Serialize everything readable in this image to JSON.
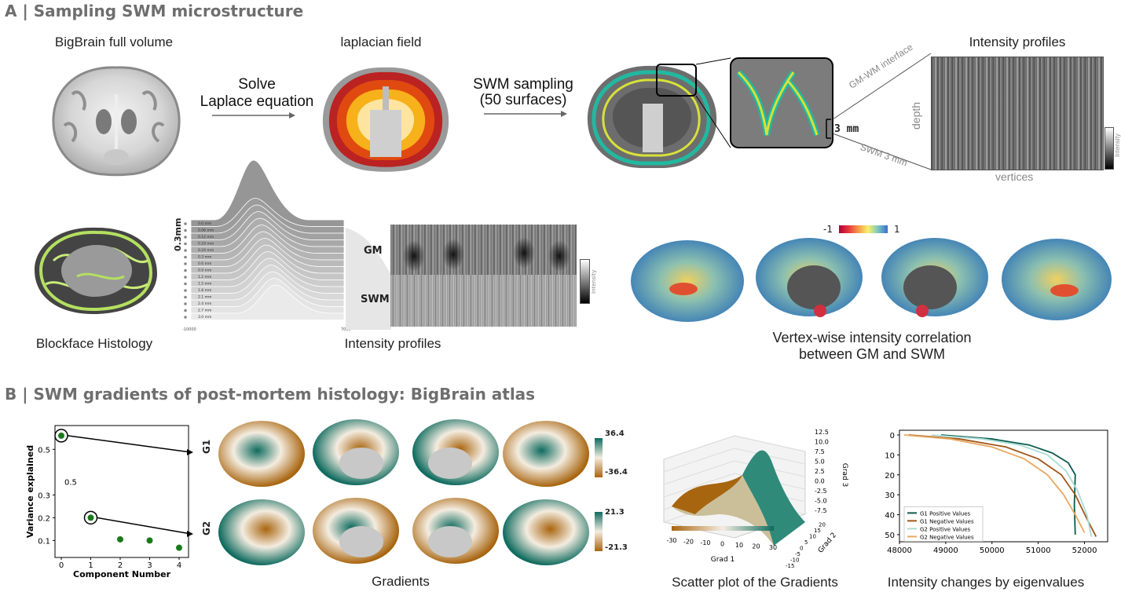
{
  "section_a": {
    "title": "A | Sampling SWM microstructure",
    "labels": {
      "bigbrain": "BigBrain full volume",
      "solve_line1": "Solve",
      "solve_line2": "Laplace equation",
      "laplacian": "laplacian field",
      "swm_line1": "SWM sampling",
      "swm_line2": "(50 surfaces)",
      "intensity_profiles_top": "Intensity profiles",
      "depth": "depth",
      "vertices": "vertices",
      "gm_wm": "GM-WM interface",
      "swm_3mm": "SWM 3 mm",
      "three_mm": "3 mm",
      "intensity": "Intensity",
      "blockface": "Blockface Histology",
      "intensity_profiles_mid": "Intensity profiles",
      "gm": "GM",
      "swm": "SWM",
      "depth_marker": "0.3mm",
      "ridge_x_min": "-10000",
      "ridge_x_max": "7000",
      "corr_line1": "Vertex-wise intensity correlation",
      "corr_line2": "between GM and SWM",
      "corr_min": "-1",
      "corr_max": "1"
    },
    "ridge_rows": [
      "0.0 mm",
      "0.06 mm",
      "0.12 mm",
      "0.18 mm",
      "0.24 mm",
      "0.3 mm",
      "0.6 mm",
      "0.9 mm",
      "1.2 mm",
      "1.5 mm",
      "1.8 mm",
      "2.1 mm",
      "2.4 mm",
      "2.7 mm",
      "3.0 mm"
    ]
  },
  "section_b": {
    "title": "B | SWM gradients of post-mortem histology: BigBrain atlas",
    "gradients_label": "Gradients",
    "scatter_label": "Scatter plot of the Gradients",
    "eigen_label": "Intensity changes by eigenvalues",
    "g1": "G1",
    "g2": "G2",
    "g1_max": "36.4",
    "g1_min": "-36.4",
    "g2_max": "21.3",
    "g2_min": "-21.3",
    "colors": {
      "teal": "#0f6b5f",
      "brown": "#a8650f",
      "green_dot": "#1a7a1a"
    }
  },
  "chart_data": [
    {
      "type": "scatter",
      "title": "",
      "xlabel": "Component Number",
      "ylabel": "Variance explained",
      "x": [
        0,
        1,
        2,
        3,
        4
      ],
      "y": [
        0.56,
        0.2,
        0.105,
        0.1,
        0.068
      ],
      "xticks": [
        "0",
        "1",
        "2",
        "3",
        "4"
      ],
      "yticks": [
        "0.1",
        "0.2",
        "0.3",
        "0.5"
      ],
      "annotation": "0.5",
      "highlighted": [
        0,
        1
      ]
    },
    {
      "type": "scatter",
      "title": "",
      "xlabel": "Grad 1",
      "ylabel": "Grad 2",
      "zlabel": "Grad 3",
      "xticks": [
        "-30",
        "-20",
        "-10",
        "0",
        "10",
        "20",
        "30"
      ],
      "yticks": [
        "-15",
        "-10",
        "-5",
        "0",
        "5",
        "10",
        "15",
        "20"
      ],
      "zticks": [
        "12.5",
        "10.0",
        "7.5",
        "5.0",
        "2.5",
        "0.0",
        "-2.5",
        "-5.0",
        "-7.5"
      ]
    },
    {
      "type": "line",
      "title": "",
      "xlim": [
        48000,
        52500
      ],
      "ylim": [
        50,
        0
      ],
      "xticks": [
        "48000",
        "49000",
        "50000",
        "51000",
        "52000"
      ],
      "yticks": [
        "0",
        "10",
        "20",
        "30",
        "40",
        "50"
      ],
      "legend_position": "bottom-left",
      "series": [
        {
          "name": "G1 Positive Values",
          "color": "#0b5a4f",
          "x": [
            48900,
            50000,
            50800,
            51300,
            51650,
            51800,
            51780,
            51800
          ],
          "y": [
            0,
            2,
            5,
            9,
            14,
            20,
            35,
            50
          ]
        },
        {
          "name": "G1 Negative Values",
          "color": "#a0561a",
          "x": [
            48200,
            49300,
            50300,
            51000,
            51500,
            51800,
            52050,
            52250
          ],
          "y": [
            0,
            2,
            6,
            12,
            20,
            30,
            42,
            51
          ]
        },
        {
          "name": "G2 Positive Values",
          "color": "#a8ddd4",
          "x": [
            48700,
            49800,
            50600,
            51200,
            51600,
            51850,
            52050,
            52150
          ],
          "y": [
            0,
            2,
            5,
            10,
            18,
            28,
            40,
            51
          ]
        },
        {
          "name": "G2 Negative Values",
          "color": "#e8a860",
          "x": [
            48100,
            49100,
            50000,
            50700,
            51200,
            51550,
            51800,
            52000
          ],
          "y": [
            0,
            2,
            6,
            12,
            20,
            30,
            40,
            49
          ]
        }
      ]
    }
  ]
}
